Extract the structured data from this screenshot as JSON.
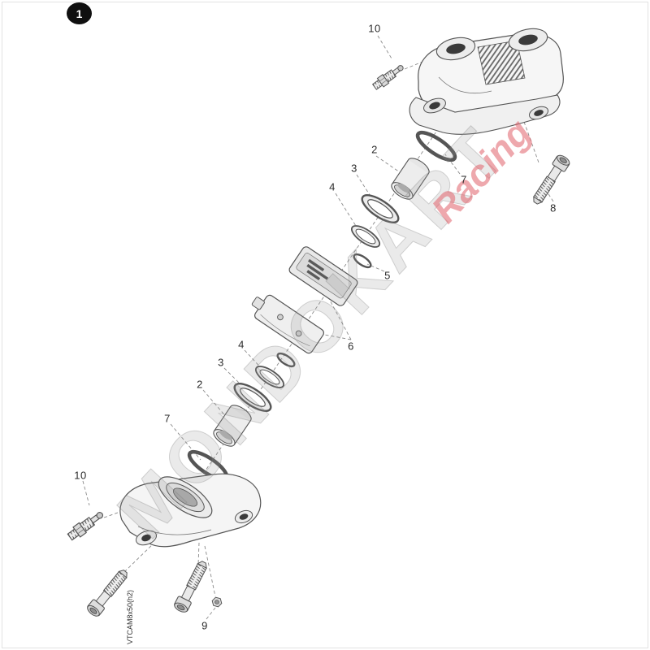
{
  "badge": {
    "label": "1"
  },
  "watermark": {
    "text": "MONDOKART",
    "subtext": "Racing"
  },
  "footnote": {
    "text": "VTCAM8x50(h2)"
  },
  "callouts": [
    {
      "label": "10"
    },
    {
      "label": "2"
    },
    {
      "label": "3"
    },
    {
      "label": "4"
    },
    {
      "label": "7"
    },
    {
      "label": "8"
    },
    {
      "label": "5"
    },
    {
      "label": "6"
    },
    {
      "label": "4"
    },
    {
      "label": "3"
    },
    {
      "label": "2"
    },
    {
      "label": "7"
    },
    {
      "label": "10"
    },
    {
      "label": "9"
    }
  ],
  "colors": {
    "line": "#555555",
    "leader": "#888888",
    "fill_light": "#f5f5f5",
    "fill_mid": "#e6e6e6",
    "hole_dark": "#3a3a3a",
    "watermark_gray": "rgba(150,150,150,0.30)",
    "watermark_red": "rgba(224,96,106,0.55)"
  }
}
